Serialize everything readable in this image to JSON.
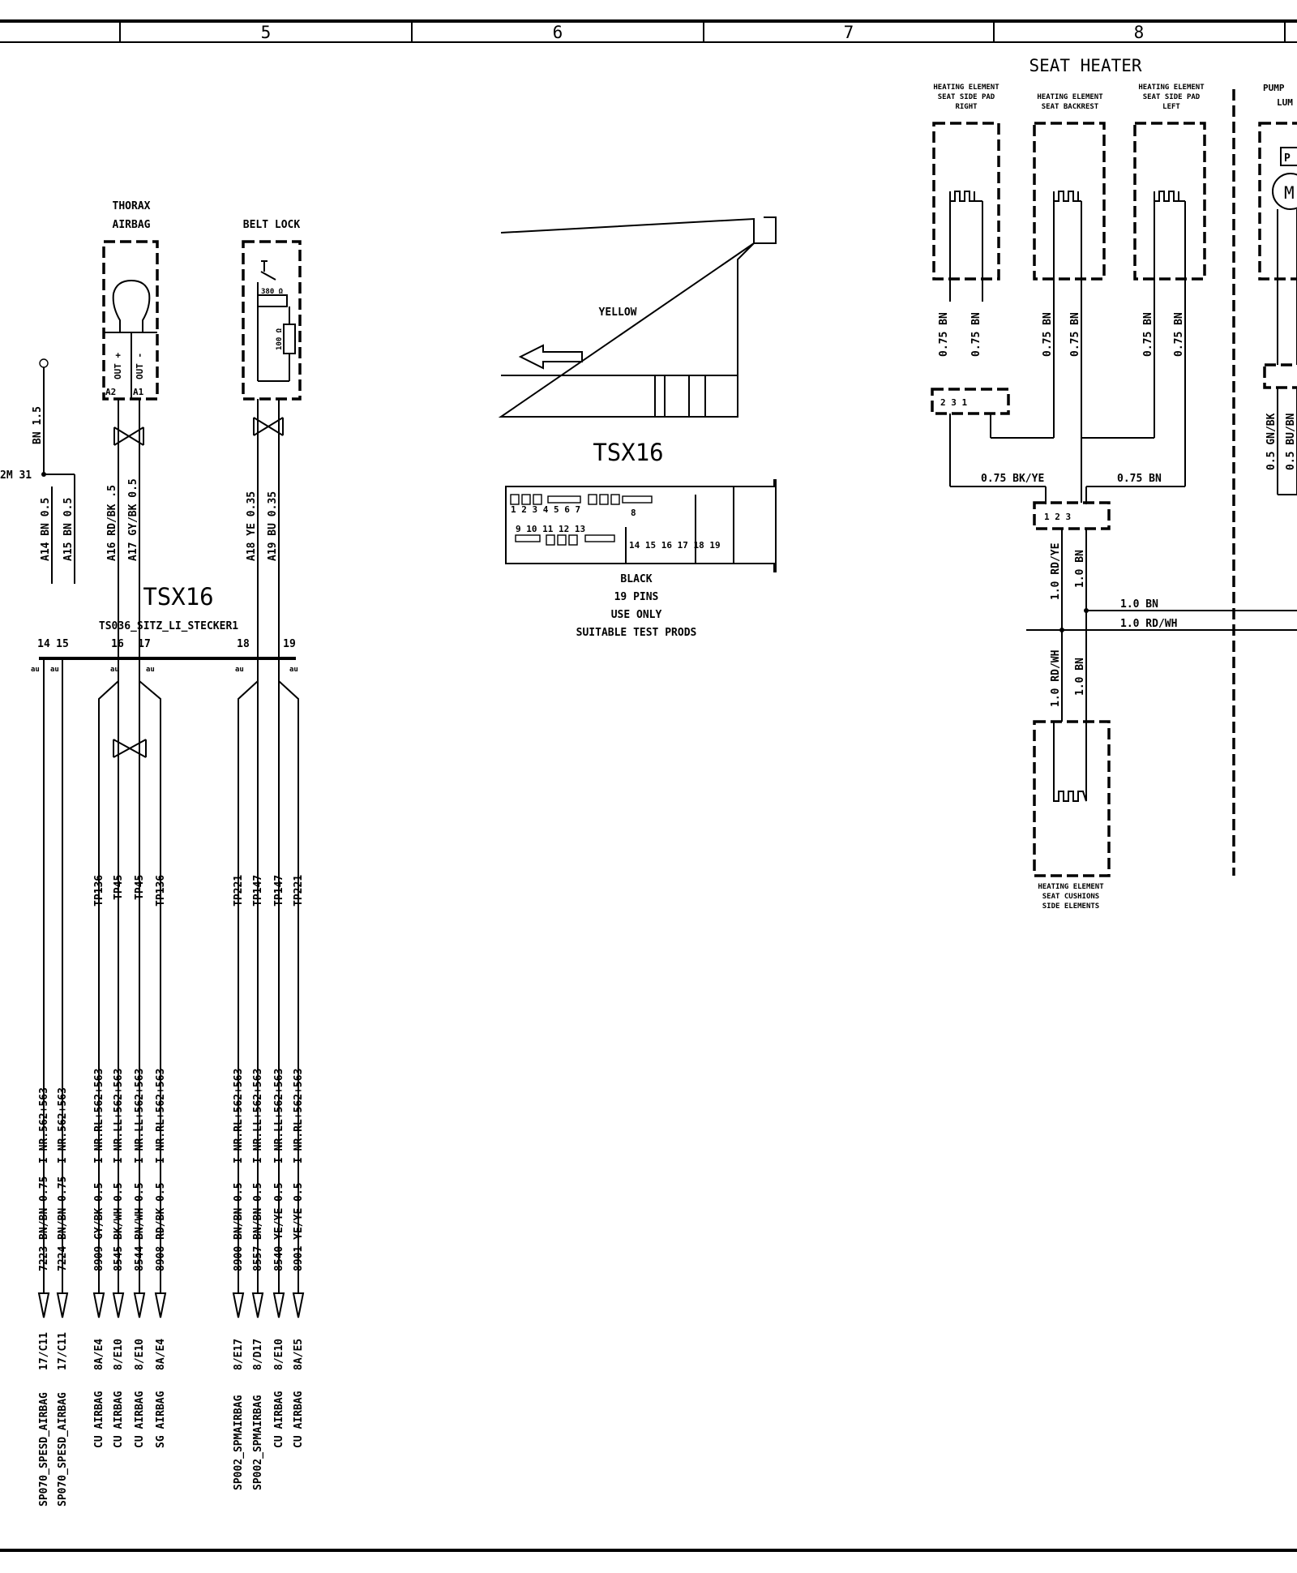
{
  "grid": {
    "columns": [
      "5",
      "6",
      "7",
      "8"
    ]
  },
  "components": {
    "thorax_airbag": {
      "label_line1": "THORAX",
      "label_line2": "AIRBAG",
      "pin_out_plus": "OUT +",
      "pin_out_minus": "OUT -",
      "pin_a2": "A2",
      "pin_a1": "A1"
    },
    "belt_lock": {
      "label": "BELT LOCK",
      "r1": "380 Ω",
      "r2": "100 Ω"
    },
    "ground": {
      "label_bn": "BN 1.5",
      "label_31": "2M 31"
    },
    "seat_heater": {
      "title": "SEAT HEATER",
      "right_pad": [
        "HEATING ELEMENT",
        "SEAT SIDE PAD",
        "RIGHT"
      ],
      "backrest": [
        "HEATING ELEMENT",
        "SEAT BACKREST"
      ],
      "left_pad": [
        "HEATING ELEMENT",
        "SEAT SIDE PAD",
        "LEFT"
      ],
      "cushions": [
        "HEATING ELEMENT",
        "SEAT CUSHIONS",
        "SIDE ELEMENTS"
      ]
    },
    "pump": {
      "label_line1": "PUMP",
      "label_line2": "LUM",
      "p_label": "P",
      "m_label": "M",
      "wire1": "0.5 GN/BK",
      "wire2": "0.5 BU/BN"
    }
  },
  "connector_views": {
    "yellow": {
      "color_label": "YELLOW",
      "name": "TSX16"
    },
    "black": {
      "pin_row_top": "1 2 3   4  5 6 7",
      "pin_row_mid": "9  10 11 12  13",
      "pin_8": "8",
      "pin_row_bottom": "14 15  16  17  18  19",
      "info": [
        "BLACK",
        "19 PINS",
        "USE ONLY",
        "SUITABLE TEST PRODS"
      ]
    }
  },
  "main_connector": {
    "name": "TSX16",
    "ref": "TS036_SITZ_LI_STECKER1",
    "pins": [
      "14",
      "15",
      "16",
      "17",
      "18",
      "19"
    ],
    "au_labels": [
      "au",
      "au",
      "au",
      "au",
      "au",
      "au"
    ]
  },
  "upper_wires": [
    {
      "label": "A14  BN 0.5"
    },
    {
      "label": "A15  BN 0.5"
    },
    {
      "label": "A16  RD/BK .5"
    },
    {
      "label": "A17  GY/BK 0.5"
    },
    {
      "label": "A18  YE 0.35"
    },
    {
      "label": "A19  BU 0.35"
    }
  ],
  "tp_labels": [
    "TP136",
    "TP45",
    "TP45",
    "TP136",
    "TP221",
    "TP147",
    "TP147",
    "TP221"
  ],
  "bottom_wires": [
    {
      "info": "7223 BN/BN 0.75",
      "inr": "I-NR.562+563",
      "ref": "17/C11",
      "dest": "SP070_SPESD_AIRBAG"
    },
    {
      "info": "7224 BN/BN 0.75",
      "inr": "I-NR.562+563",
      "ref": "17/C11",
      "dest": "SP070_SPESD_AIRBAG"
    },
    {
      "info": "8909 GY/BK 0.5",
      "inr": "I-NR.RL+562+563",
      "ref": "8A/E4",
      "dest": "CU AIRBAG"
    },
    {
      "info": "8545 BK/WH 0.5",
      "inr": "I-NR.LL+562+563",
      "ref": "8/E10",
      "dest": "CU AIRBAG"
    },
    {
      "info": "8544 BN/WH 0.5",
      "inr": "I-NR.LL+562+563",
      "ref": "8/E10",
      "dest": "CU AIRBAG"
    },
    {
      "info": "8908 RD/BK 0.5",
      "inr": "I-NR.RL+562+563",
      "ref": "8A/E4",
      "dest": "SG AIRBAG"
    },
    {
      "info": "8900 BN/BN 0.5",
      "inr": "I-NR.RL+562+563",
      "ref": "8/E17",
      "dest": "SP002_SPMAIRBAG"
    },
    {
      "info": "8557 BN/BN 0.5",
      "inr": "I-NR.LL+562+563",
      "ref": "8/D17",
      "dest": "SP002_SPMAIRBAG"
    },
    {
      "info": "8540 YE/YE 0.5",
      "inr": "I-NR.LL+562+563",
      "ref": "8/E10",
      "dest": "CU AIRBAG"
    },
    {
      "info": "8901 YE/YE 0.5",
      "inr": "I-NR.RL+562+563",
      "ref": "8A/E5",
      "dest": "CU AIRBAG"
    }
  ],
  "heater_wires": {
    "pad_wires": [
      "0.75 BN",
      "0.75 BN",
      "0.75 BN",
      "0.75 BN",
      "0.75 BN",
      "0.75 BN"
    ],
    "conn_a_pins": "2  3  1",
    "conn_b_pins": "1  2  3",
    "bk_ye": "0.75 BK/YE",
    "bn_right": "0.75 BN",
    "rd_ye": "1.0 RD/YE",
    "bn_1": "1.0 BN",
    "out_bn": "1.0 BN",
    "out_rdwh": "1.0 RD/WH",
    "rd_wh_v": "1.0 RD/WH",
    "bn_2": "1.0 BN"
  }
}
